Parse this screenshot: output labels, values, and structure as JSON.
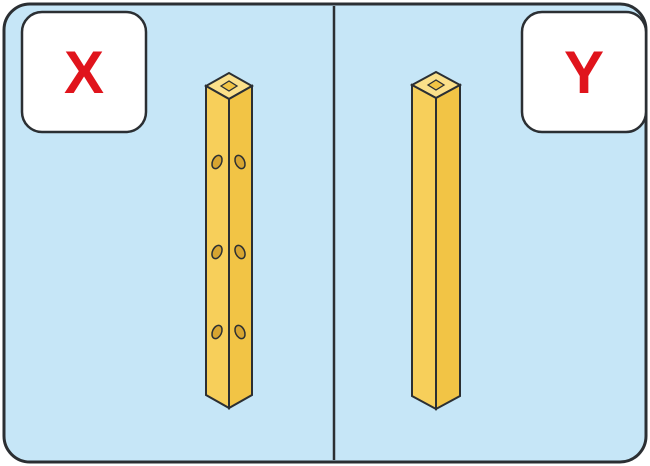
{
  "panels": {
    "left": {
      "label": "X",
      "description_hidden": false
    },
    "right": {
      "label": "Y"
    }
  },
  "colors": {
    "panel_background": "#c6e6f7",
    "border": "#2b2f33",
    "label_text": "#e0141c",
    "label_box": "#ffffff",
    "post_front": "#f7cf5a",
    "post_side": "#f2c445",
    "post_top": "#fbe08a",
    "post_outline": "#2b2f33",
    "hole_fill": "#d7a430"
  },
  "icons": {
    "left_post": "wooden-post-with-holes",
    "right_post": "wooden-post-plain"
  }
}
